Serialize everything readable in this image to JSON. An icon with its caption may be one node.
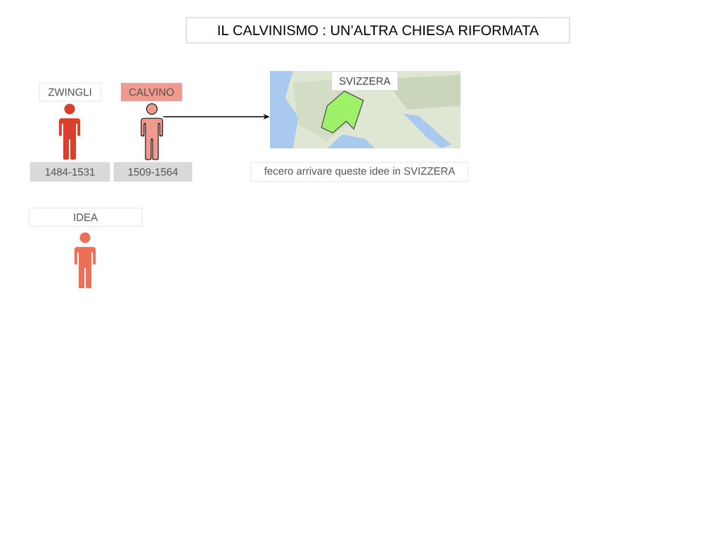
{
  "diagram": {
    "title": "IL CALVINISMO : UN’ALTRA CHIESA RIFORMATA",
    "nodes": [
      {
        "text": [
          "ZWINGLI"
        ]
      },
      {
        "text": [],
        "shape": "person"
      },
      {
        "text": [
          "1484-1531"
        ]
      },
      {
        "text": [
          "CALVINO"
        ]
      },
      {
        "text": [],
        "shape": "person"
      },
      {
        "text": [
          "1509-1564"
        ]
      },
      {
        "text": [],
        "shape": "picture"
      },
      {
        "text": [
          "SVIZZERA"
        ],
        "in": 6
      },
      {
        "text": [
          "fecero arrivare queste idee in SVIZZERA"
        ]
      },
      {
        "text": [
          "IDEA"
        ]
      },
      {
        "text": [],
        "shape": "person"
      }
    ],
    "edges": [
      {
        "from": 4,
        "to": 6,
        "arrow": "to"
      }
    ]
  }
}
